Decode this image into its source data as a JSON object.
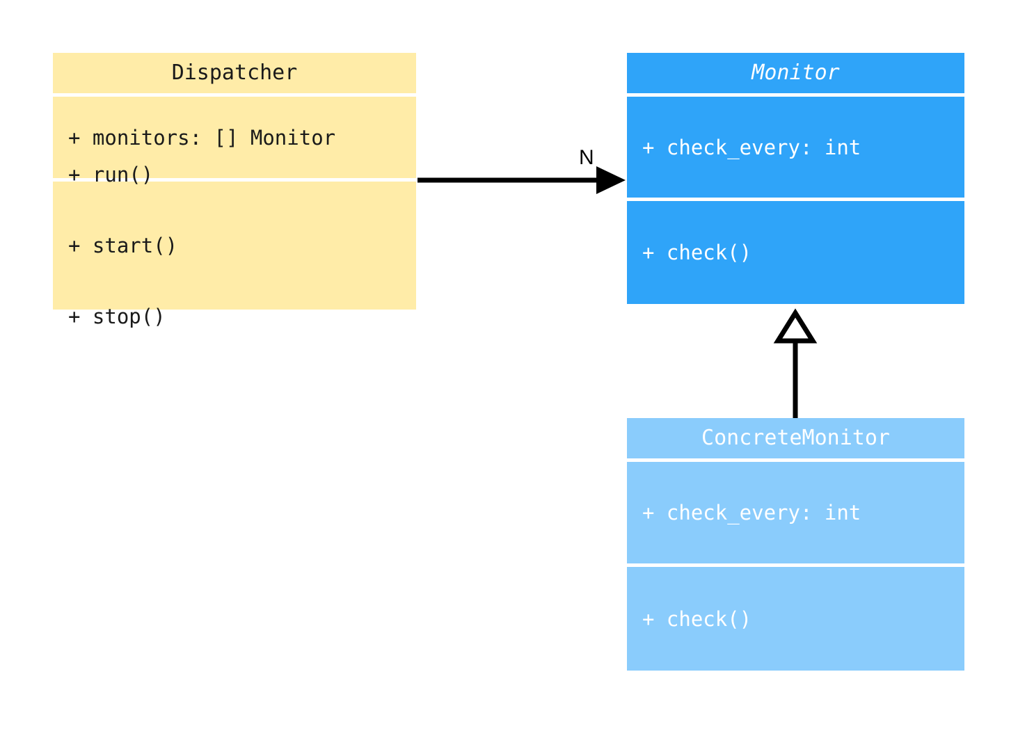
{
  "diagram": {
    "type": "uml-class-diagram",
    "title": "Dispatcher / Monitor class diagram",
    "background_color": "#ffffff"
  },
  "classes": [
    {
      "id": "dispatcher",
      "name": "Dispatcher",
      "stereotype": "concrete",
      "abstract": false,
      "fill_color": "#ffeca8",
      "text_color": "#1a1a1a",
      "attributes": [
        "+ monitors: [] Monitor"
      ],
      "methods": [
        "+ run()",
        "+ start()",
        "+ stop()"
      ]
    },
    {
      "id": "monitor",
      "name": "Monitor",
      "stereotype": "abstract",
      "abstract": true,
      "fill_color": "#2fa4f9",
      "text_color": "#ffffff",
      "attributes": [
        "+ check_every: int"
      ],
      "methods": [
        "+ check()"
      ]
    },
    {
      "id": "concrete_monitor",
      "name": "ConcreteMonitor",
      "stereotype": "concrete",
      "abstract": false,
      "fill_color": "#8accfc",
      "text_color": "#ffffff",
      "attributes": [
        "+ check_every: int"
      ],
      "methods": [
        "+ check()"
      ]
    }
  ],
  "relations": [
    {
      "id": "dispatcher-to-monitor",
      "kind": "association",
      "from": "Dispatcher",
      "to": "Monitor",
      "arrowhead": "solid-filled-triangle",
      "label": "N",
      "label_position": "target-end-above",
      "line_color": "#000000"
    },
    {
      "id": "concrete-to-monitor",
      "kind": "generalization",
      "from": "ConcreteMonitor",
      "to": "Monitor",
      "arrowhead": "hollow-triangle",
      "label": "",
      "line_color": "#000000"
    }
  ]
}
